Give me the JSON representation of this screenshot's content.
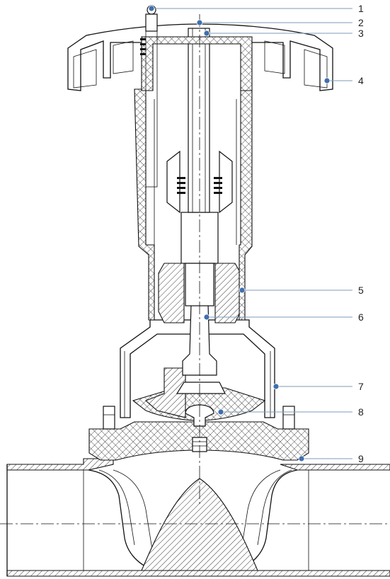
{
  "callouts": [
    {
      "label": "1"
    },
    {
      "label": "2"
    },
    {
      "label": "3"
    },
    {
      "label": "4"
    },
    {
      "label": "5"
    },
    {
      "label": "6"
    },
    {
      "label": "7"
    },
    {
      "label": "8"
    },
    {
      "label": "9"
    }
  ],
  "colors": {
    "leader": "#7f9bb8",
    "dot": "#3f6fae",
    "outline": "#111111"
  }
}
